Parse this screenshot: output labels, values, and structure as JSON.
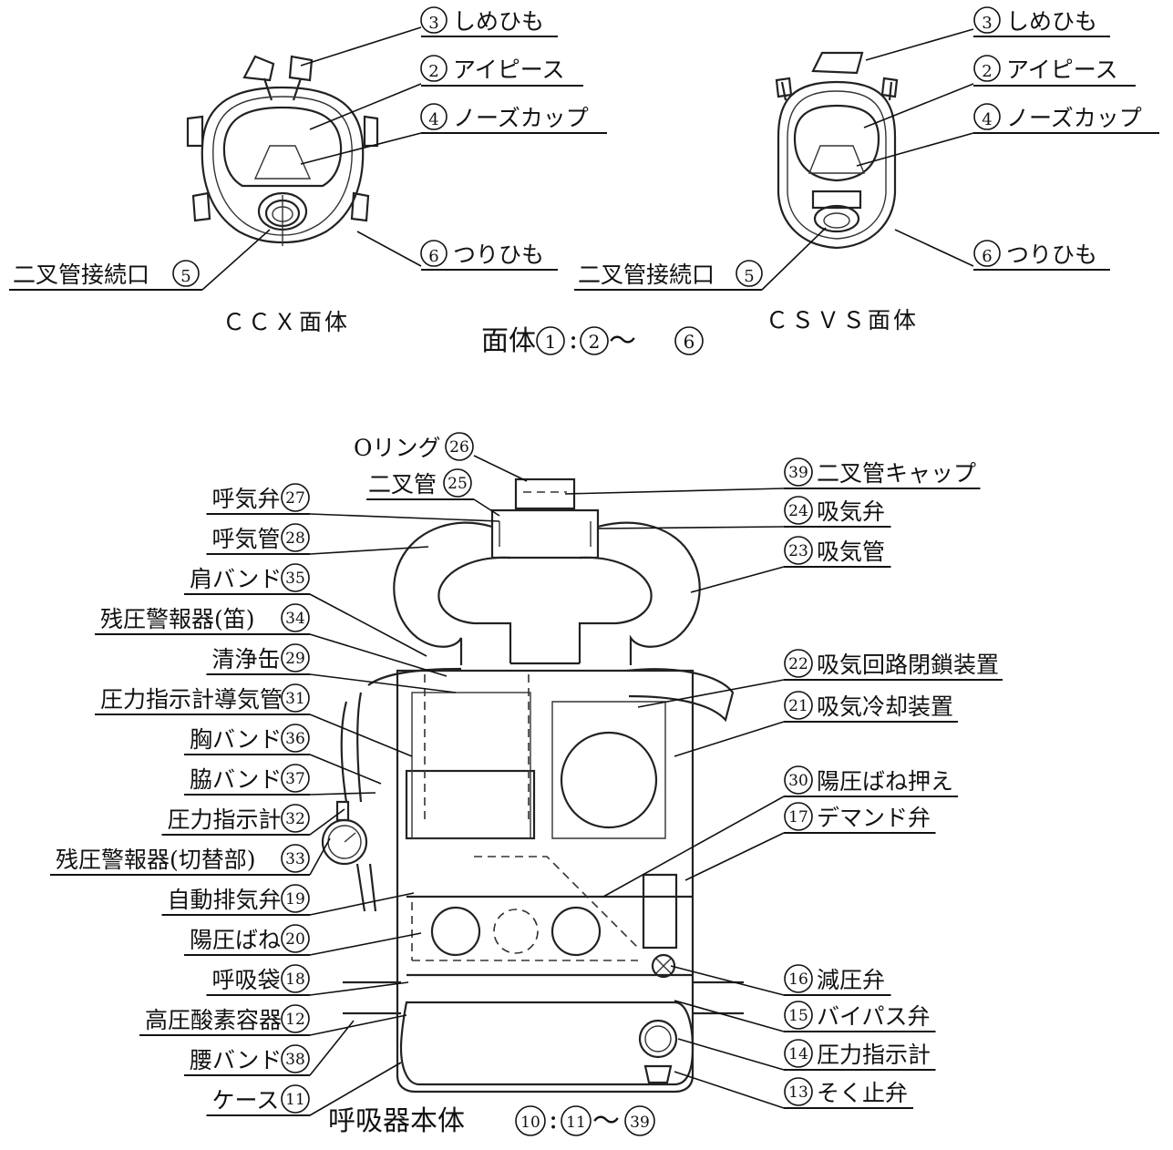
{
  "facepieces": {
    "ccx": {
      "caption": "ＣＣＸ面体",
      "labels": {
        "strap": {
          "num": "3",
          "text": "しめひも"
        },
        "eyepiece": {
          "num": "2",
          "text": "アイピース"
        },
        "nosecup": {
          "num": "4",
          "text": "ノーズカップ"
        },
        "hanging_strap": {
          "num": "6",
          "text": "つりひも"
        },
        "port": {
          "num": "5",
          "text": "二叉管接続口"
        }
      }
    },
    "csvs": {
      "caption": "ＣＳＶＳ面体",
      "labels": {
        "strap": {
          "num": "3",
          "text": "しめひも"
        },
        "eyepiece": {
          "num": "2",
          "text": "アイピース"
        },
        "nosecup": {
          "num": "4",
          "text": "ノーズカップ"
        },
        "hanging_strap": {
          "num": "6",
          "text": "つりひも"
        },
        "port": {
          "num": "5",
          "text": "二叉管接続口"
        }
      }
    },
    "group_title": {
      "prefix": "面体",
      "n1": "1",
      "sep": ":",
      "n2": "2",
      "tilde": "〜",
      "n3": "6"
    }
  },
  "body": {
    "group_title": {
      "prefix": "呼吸器本体",
      "n1": "10",
      "sep": ":",
      "n2": "11",
      "tilde": "〜",
      "n3": "39"
    },
    "top": {
      "oring": {
        "num": "26",
        "text": "Oリング"
      },
      "forked_tube": {
        "num": "25",
        "text": "二叉管"
      }
    },
    "left": [
      {
        "num": "27",
        "text": "呼気弁"
      },
      {
        "num": "28",
        "text": "呼気管"
      },
      {
        "num": "35",
        "text": "肩バンド"
      },
      {
        "num": "34",
        "text": "残圧警報器(笛)"
      },
      {
        "num": "29",
        "text": "清浄缶"
      },
      {
        "num": "31",
        "text": "圧力指示計導気管"
      },
      {
        "num": "36",
        "text": "胸バンド"
      },
      {
        "num": "37",
        "text": "脇バンド"
      },
      {
        "num": "32",
        "text": "圧力指示計"
      },
      {
        "num": "33",
        "text": "残圧警報器(切替部)"
      },
      {
        "num": "19",
        "text": "自動排気弁"
      },
      {
        "num": "20",
        "text": "陽圧ばね"
      },
      {
        "num": "18",
        "text": "呼吸袋"
      },
      {
        "num": "12",
        "text": "高圧酸素容器"
      },
      {
        "num": "38",
        "text": "腰バンド"
      },
      {
        "num": "11",
        "text": "ケース"
      }
    ],
    "right": [
      {
        "num": "39",
        "text": "二叉管キャップ"
      },
      {
        "num": "24",
        "text": "吸気弁"
      },
      {
        "num": "23",
        "text": "吸気管"
      },
      {
        "num": "22",
        "text": "吸気回路閉鎖装置"
      },
      {
        "num": "21",
        "text": "吸気冷却装置"
      },
      {
        "num": "30",
        "text": "陽圧ばね押え"
      },
      {
        "num": "17",
        "text": "デマンド弁"
      },
      {
        "num": "16",
        "text": "減圧弁"
      },
      {
        "num": "15",
        "text": "バイパス弁"
      },
      {
        "num": "14",
        "text": "圧力指示計"
      },
      {
        "num": "13",
        "text": "そく止弁"
      }
    ]
  }
}
